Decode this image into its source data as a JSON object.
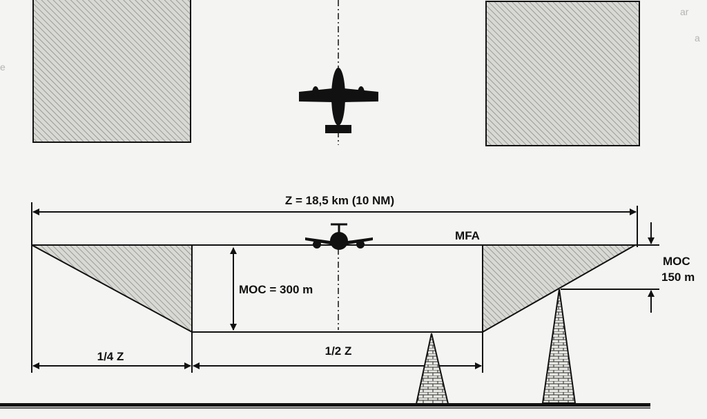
{
  "labels": {
    "z_dimension": "Z = 18,5 km (10 NM)",
    "mfa": "MFA",
    "moc_300": "MOC = 300 m",
    "moc_150_line1": "MOC",
    "moc_150_line2": "150 m",
    "quarter_z": "1/4 Z",
    "half_z": "1/2 Z"
  },
  "colors": {
    "background": "#f4f4f2",
    "line": "#111111",
    "hatch_fill": "#d8d8d4",
    "hatch_line": "#8a8a86"
  },
  "icons": {
    "plan_view": "airplane-top-icon",
    "profile_view": "airplane-front-icon",
    "obstacles": "brick-obstacle-icon"
  }
}
